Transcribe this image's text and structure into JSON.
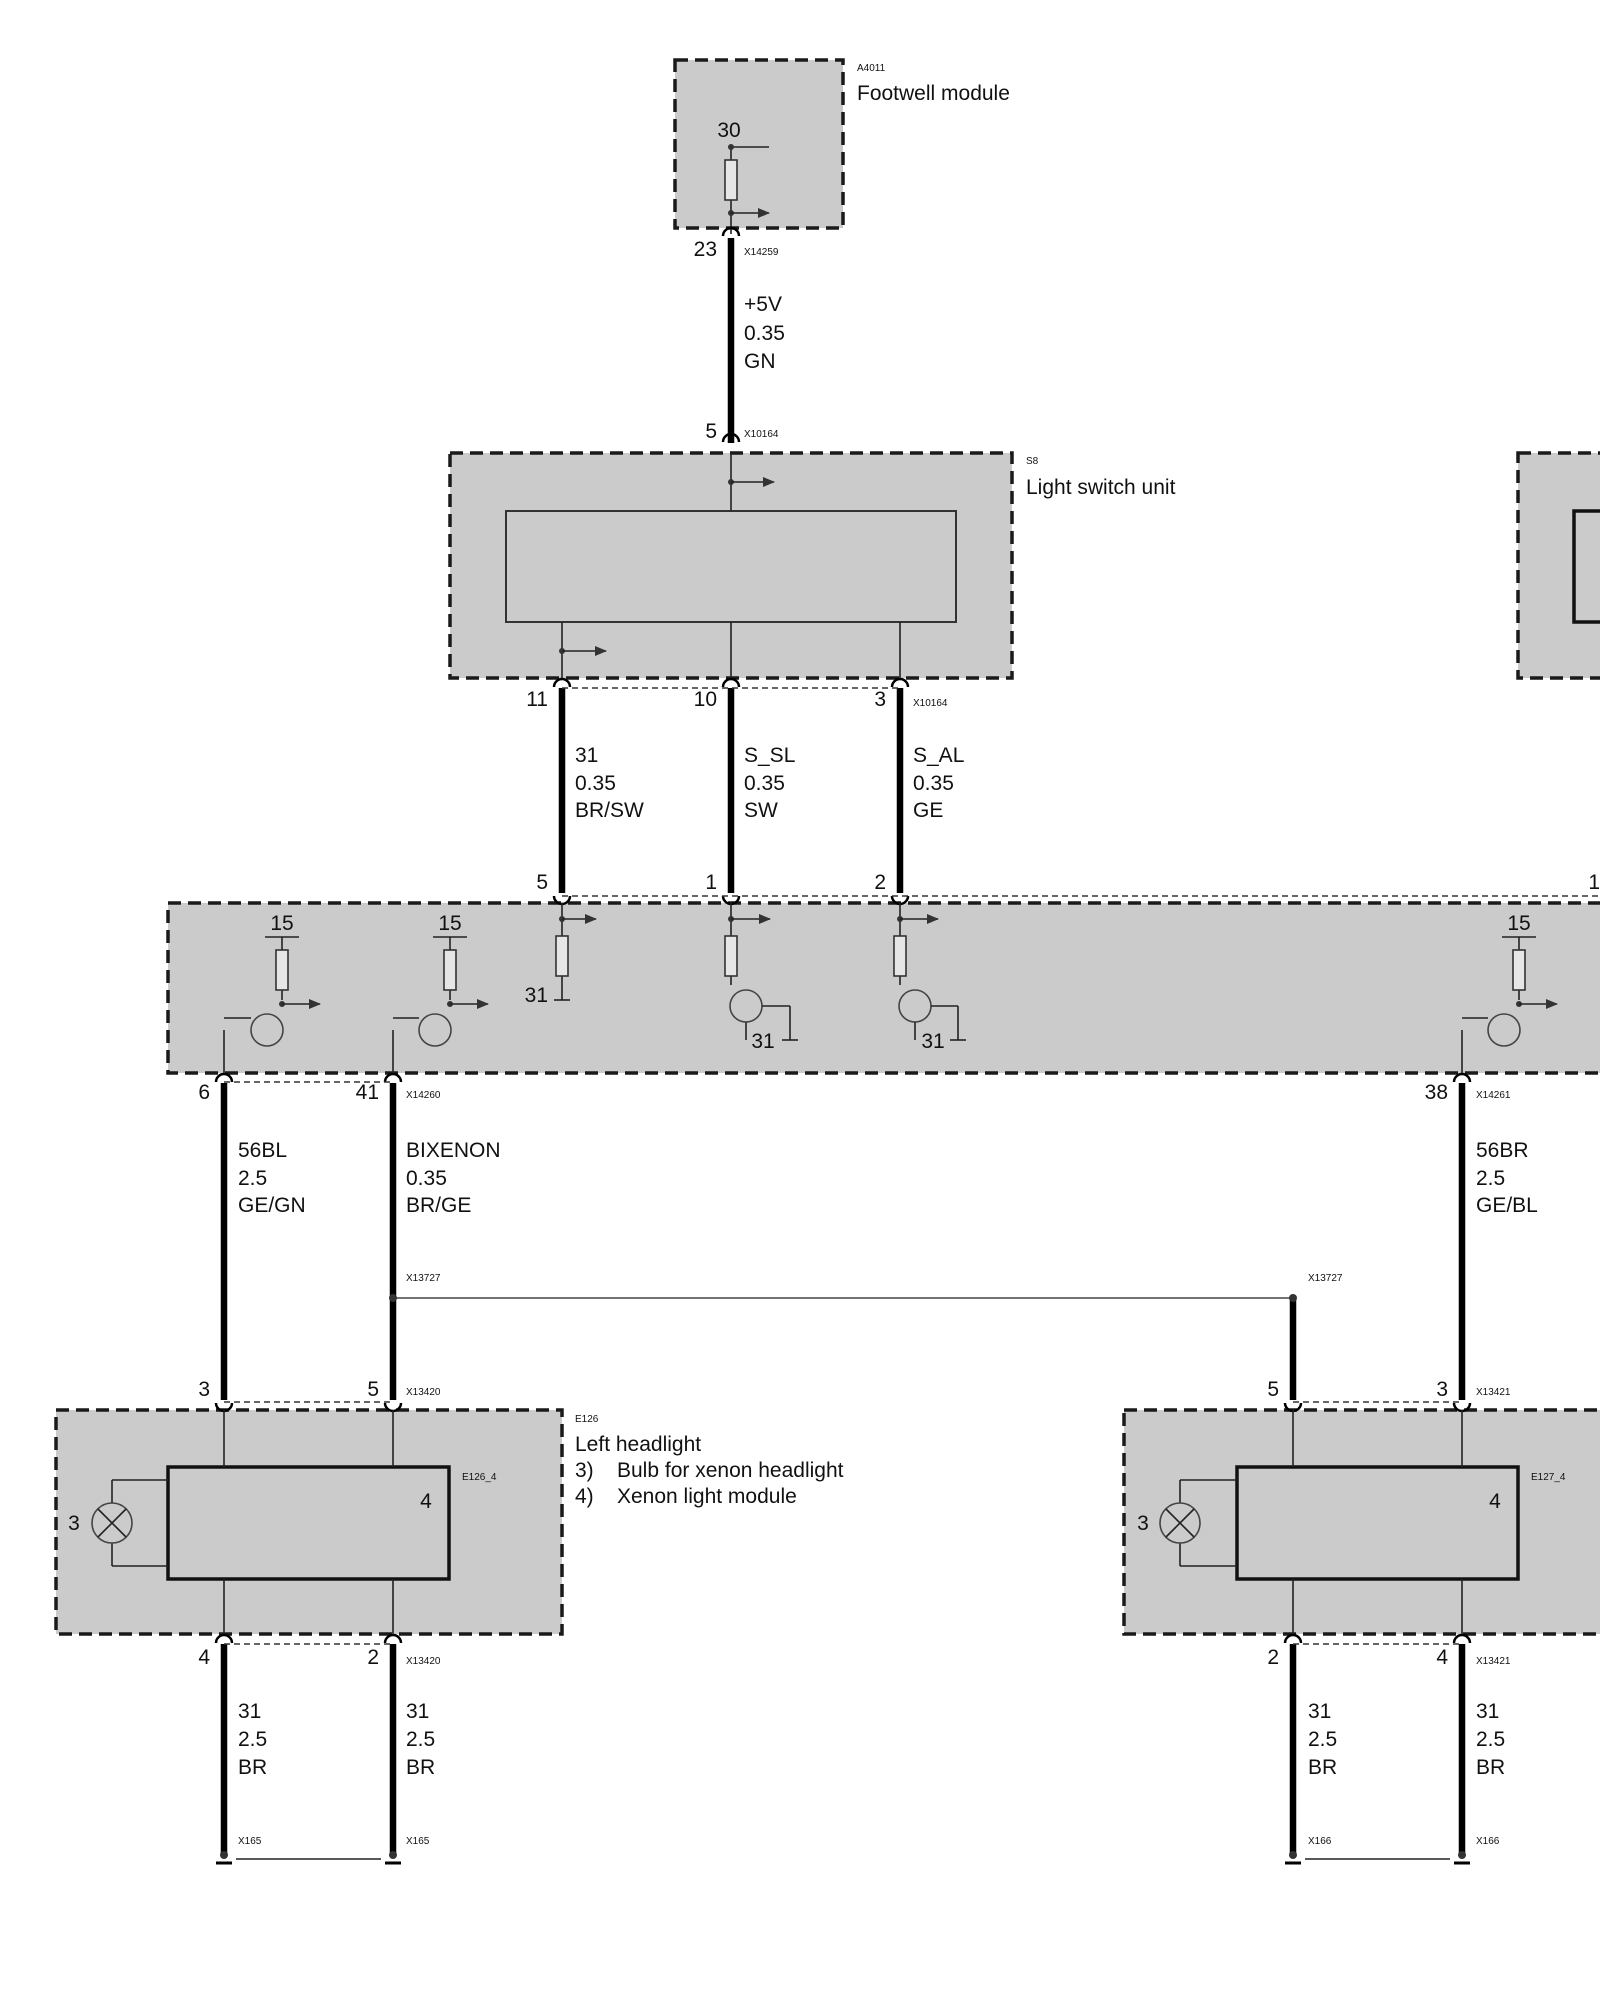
{
  "components": {
    "footwell": {
      "code": "A4011",
      "name": "Footwell module",
      "terminal": "30"
    },
    "light_switch": {
      "code": "S8",
      "name": "Light switch unit"
    },
    "left_headlight": {
      "code": "E126",
      "name": "Left headlight",
      "items": [
        {
          "num": "3)",
          "text": "Bulb for xenon headlight"
        },
        {
          "num": "4)",
          "text": "Xenon light module"
        }
      ],
      "module_code": "E126_4",
      "module_num": "4",
      "bulb_num": "3"
    },
    "right_headlight": {
      "module_code": "E127_4",
      "module_num": "4",
      "bulb_num": "3"
    }
  },
  "connectors": {
    "fwm_out": "X14259",
    "lsu_in": "X10164",
    "lsu_out": "X10164",
    "ctrl_left": "X14260",
    "ctrl_right": "X14261",
    "splice_left": "X13727",
    "splice_right": "X13727",
    "lh_in": "X13420",
    "lh_out": "X13420",
    "rh_in": "X13421",
    "rh_out": "X13421",
    "gnd_left_a": "X165",
    "gnd_left_b": "X165",
    "gnd_right_a": "X166",
    "gnd_right_b": "X166"
  },
  "pins": {
    "fwm_out": "23",
    "lsu_in": "5",
    "lsu_a": "11",
    "lsu_b": "10",
    "lsu_c": "3",
    "ctrl_in_a": "5",
    "ctrl_in_b": "1",
    "ctrl_in_c": "2",
    "ctrl_in_d": "1",
    "ctrl_out_a": "6",
    "ctrl_out_b": "41",
    "ctrl_out_c": "38",
    "lh_in_a": "3",
    "lh_in_b": "5",
    "rh_in_a": "5",
    "rh_in_b": "3",
    "lh_out_a": "4",
    "lh_out_b": "2",
    "rh_out_a": "2",
    "rh_out_b": "4"
  },
  "supply": {
    "t15a": "15",
    "t15b": "15",
    "t15c": "15",
    "g31a": "31",
    "g31b": "31",
    "g31c": "31"
  },
  "wires": {
    "w_5v": {
      "signal": "+5V",
      "size": "0.35",
      "color": "GN"
    },
    "w_31": {
      "signal": "31",
      "size": "0.35",
      "color": "BR/SW"
    },
    "w_ssl": {
      "signal": "S_SL",
      "size": "0.35",
      "color": "SW"
    },
    "w_sal": {
      "signal": "S_AL",
      "size": "0.35",
      "color": "GE"
    },
    "w_56bl": {
      "signal": "56BL",
      "size": "2.5",
      "color": "GE/GN"
    },
    "w_bix": {
      "signal": "BIXENON",
      "size": "0.35",
      "color": "BR/GE"
    },
    "w_56br": {
      "signal": "56BR",
      "size": "2.5",
      "color": "GE/BL"
    },
    "w_g1": {
      "signal": "31",
      "size": "2.5",
      "color": "BR"
    },
    "w_g2": {
      "signal": "31",
      "size": "2.5",
      "color": "BR"
    },
    "w_g3": {
      "signal": "31",
      "size": "2.5",
      "color": "BR"
    },
    "w_g4": {
      "signal": "31",
      "size": "2.5",
      "color": "BR"
    }
  }
}
